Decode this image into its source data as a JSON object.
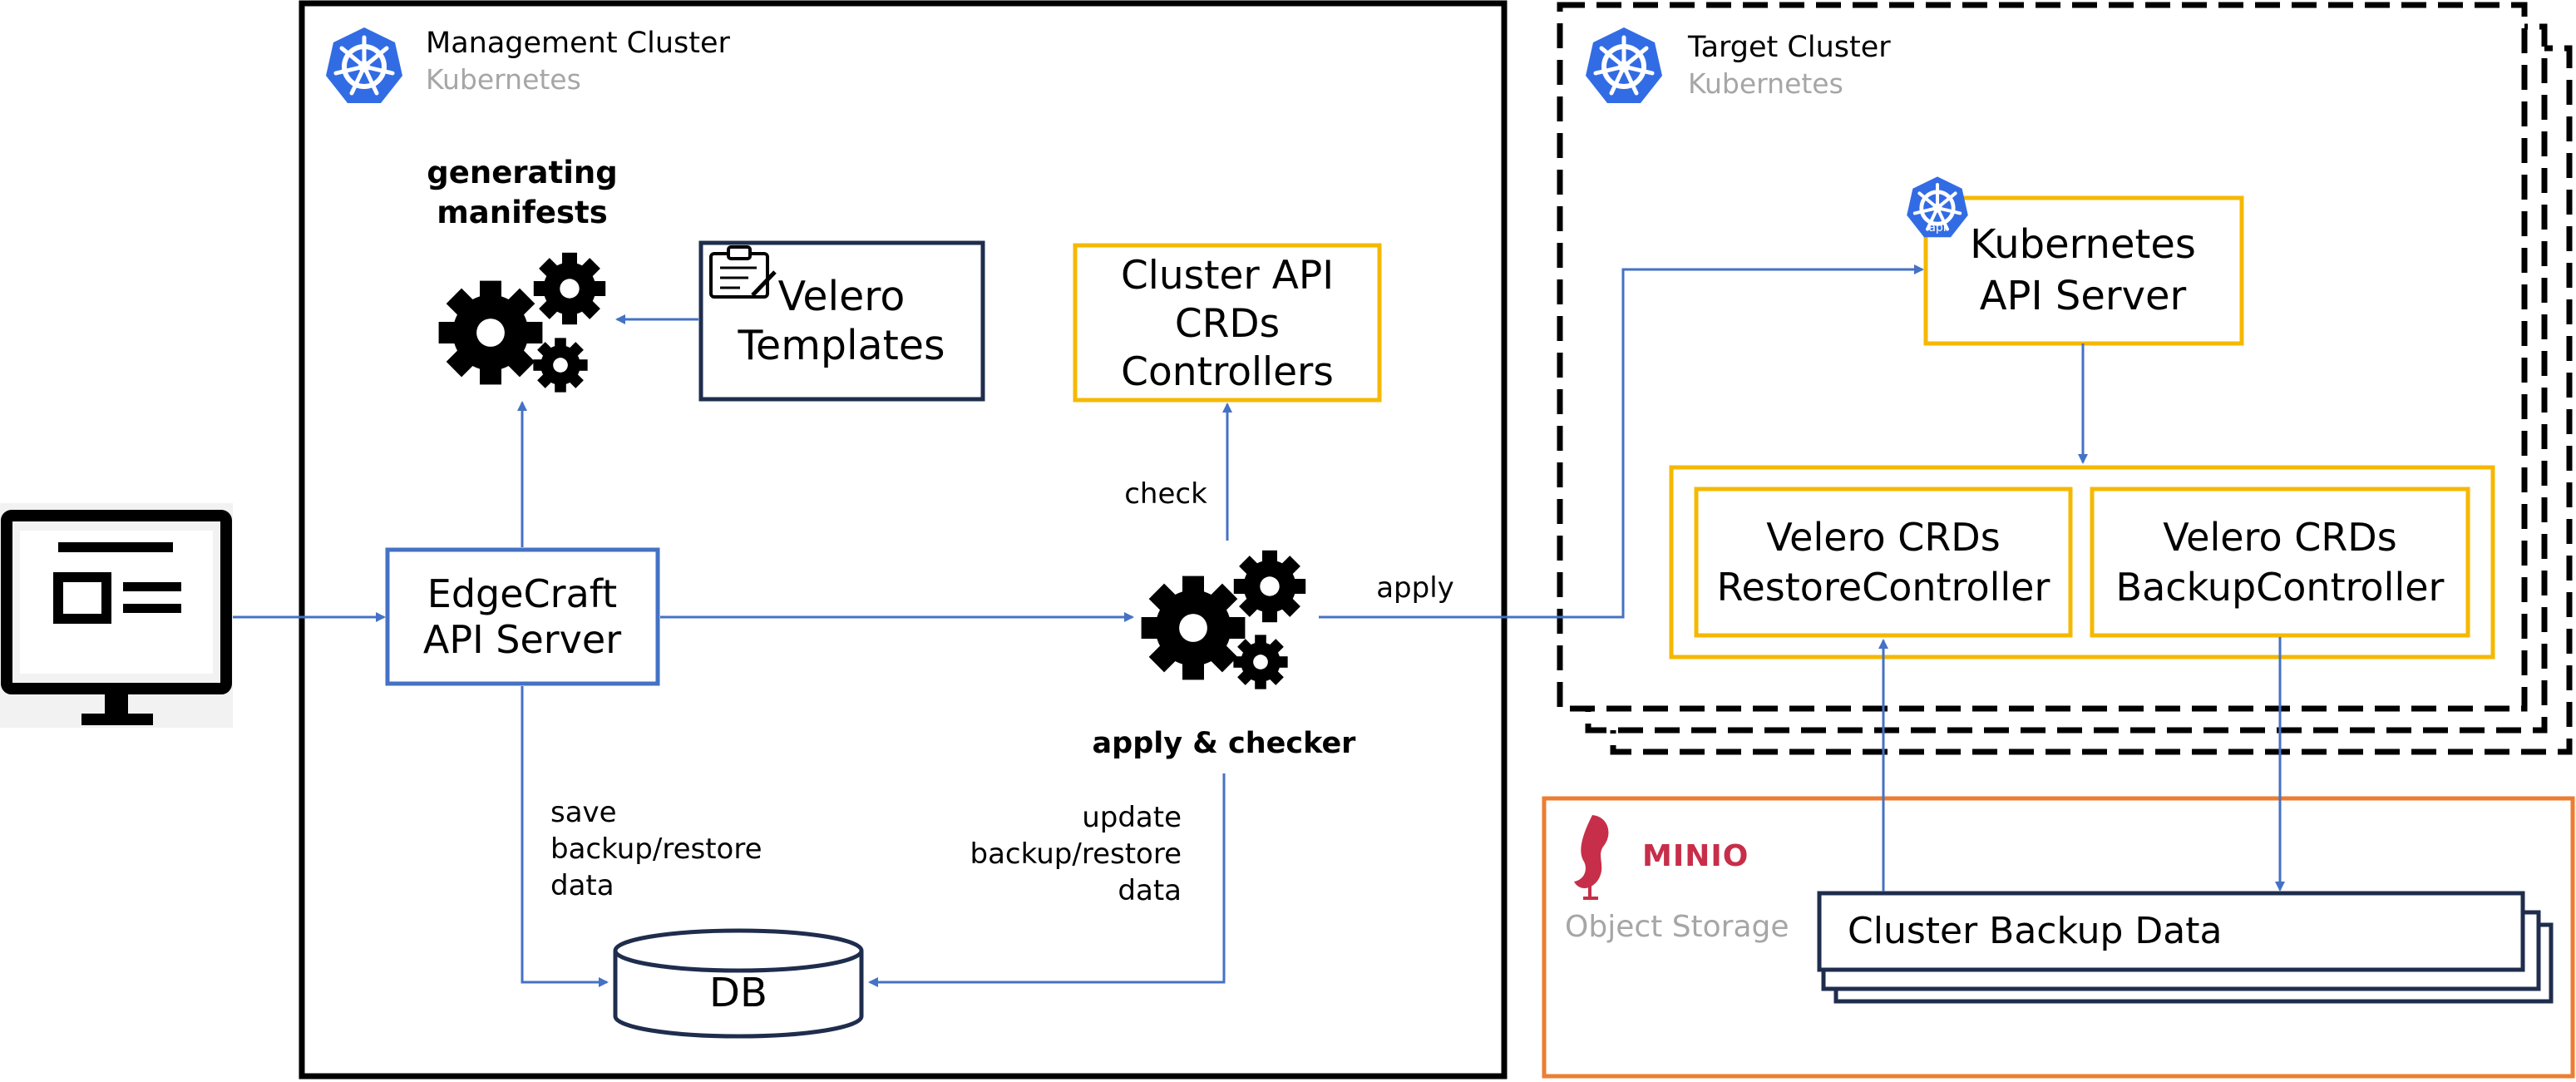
{
  "colors": {
    "arrow": "#4472c4",
    "black": "#000000",
    "navy": "#1f2d4d",
    "yellow": "#f5b800",
    "orange": "#ed7d31",
    "k8s_blue": "#326ce5",
    "gray_text": "#a6a6a6",
    "minio_red": "#c72e49"
  },
  "management_cluster": {
    "title": "Management Cluster",
    "subtitle": "Kubernetes"
  },
  "target_cluster": {
    "title": "Target Cluster",
    "subtitle": "Kubernetes"
  },
  "generating_manifests": {
    "line1": "generating",
    "line2": "manifests"
  },
  "velero_templates": {
    "line1": "Velero",
    "line2": "Templates"
  },
  "cluster_api": {
    "line1": "Cluster API",
    "line2": "CRDs",
    "line3": "Controllers"
  },
  "edgecraft": {
    "line1": "EdgeCraft",
    "line2": "API Server"
  },
  "apply_checker": {
    "label": "apply & checker"
  },
  "edge_labels": {
    "check": "check",
    "apply": "apply",
    "save_line1": "save",
    "save_line2": "backup/restore",
    "save_line3": "data",
    "update_line1": "update",
    "update_line2": "backup/restore",
    "update_line3": "data"
  },
  "db": {
    "label": "DB"
  },
  "kube_api": {
    "line1": "Kubernetes",
    "line2": "API Server",
    "badge": "api"
  },
  "velero_restore": {
    "line1": "Velero CRDs",
    "line2": "RestoreController"
  },
  "velero_backup": {
    "line1": "Velero CRDs",
    "line2": "BackupController"
  },
  "object_storage": {
    "logo": "MINIO",
    "label": "Object Storage"
  },
  "backup_data": {
    "label": "Cluster Backup Data"
  },
  "icons": {
    "monitor": "monitor-icon",
    "kubernetes": "kubernetes-logo-icon",
    "gears": "gears-icon",
    "clipboard": "clipboard-icon",
    "minio": "minio-logo-icon"
  }
}
